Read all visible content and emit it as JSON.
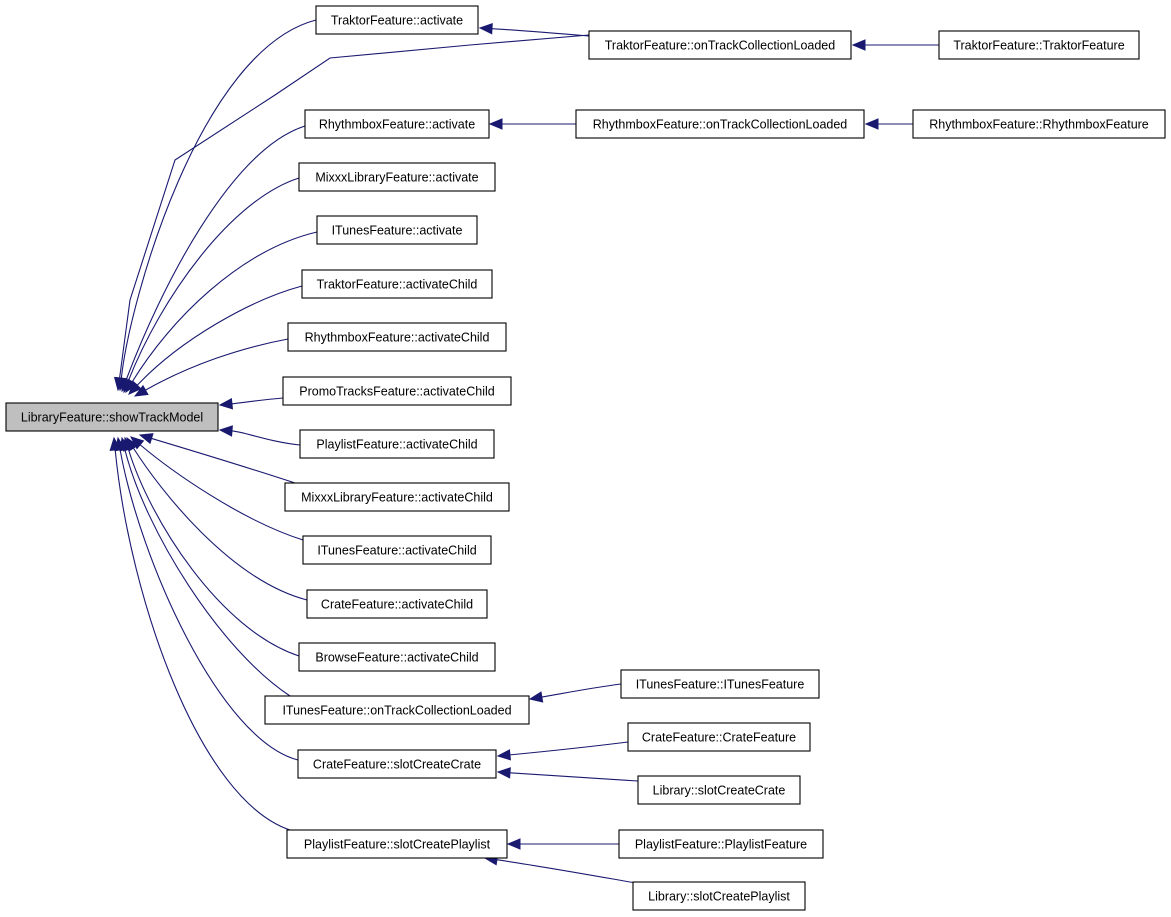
{
  "nodes": {
    "root": "LibraryFeature::showTrackModel",
    "traktor_activate": "TraktorFeature::activate",
    "traktor_onload": "TraktorFeature::onTrackCollectionLoaded",
    "traktor_ctor": "TraktorFeature::TraktorFeature",
    "rhythmbox_activate": "RhythmboxFeature::activate",
    "rhythmbox_onload": "RhythmboxFeature::onTrackCollectionLoaded",
    "rhythmbox_ctor": "RhythmboxFeature::RhythmboxFeature",
    "mixxx_activate": "MixxxLibraryFeature::activate",
    "itunes_activate": "ITunesFeature::activate",
    "traktor_activatechild": "TraktorFeature::activateChild",
    "rhythmbox_activatechild": "RhythmboxFeature::activateChild",
    "promo_activatechild": "PromoTracksFeature::activateChild",
    "playlist_activatechild": "PlaylistFeature::activateChild",
    "mixxx_activatechild": "MixxxLibraryFeature::activateChild",
    "itunes_activatechild": "ITunesFeature::activateChild",
    "crate_activatechild": "CrateFeature::activateChild",
    "browse_activatechild": "BrowseFeature::activateChild",
    "itunes_onload": "ITunesFeature::onTrackCollectionLoaded",
    "itunes_ctor": "ITunesFeature::ITunesFeature",
    "crate_slotcreate": "CrateFeature::slotCreateCrate",
    "crate_ctor": "CrateFeature::CrateFeature",
    "library_slotcreatecrate": "Library::slotCreateCrate",
    "playlist_slotcreate": "PlaylistFeature::slotCreatePlaylist",
    "playlist_ctor": "PlaylistFeature::PlaylistFeature",
    "library_slotcreateplaylist": "Library::slotCreatePlaylist"
  },
  "colors": {
    "edge": "#191970",
    "root_fill": "#bfbfbf",
    "node_fill": "#ffffff"
  }
}
